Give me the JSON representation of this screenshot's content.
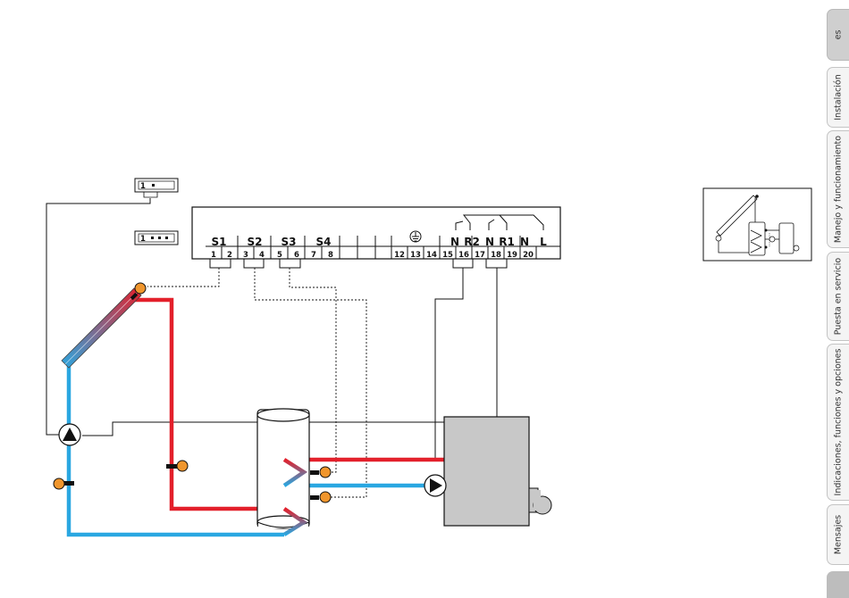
{
  "terminal_block": {
    "sensor_labels": [
      "S1",
      "S2",
      "S3",
      "S4"
    ],
    "relay_labels": [
      "N",
      "R2",
      "N",
      "R1",
      "N",
      "L"
    ],
    "terminal_numbers": [
      "1",
      "2",
      "3",
      "4",
      "5",
      "6",
      "7",
      "8",
      "12",
      "13",
      "14",
      "15",
      "16",
      "17",
      "18",
      "19",
      "20"
    ]
  },
  "connector_keys": [
    "1",
    "1"
  ],
  "colors": {
    "hot": "#e3202b",
    "cold": "#2aa7e1",
    "sensor": "#f0962d",
    "boiler": "#c8c8c8",
    "tab_active": "#cfcfcf"
  },
  "tabs": [
    {
      "label": "es",
      "active": true
    },
    {
      "label": "Instalación",
      "active": false
    },
    {
      "label": "Manejo y funcionamiento",
      "active": false
    },
    {
      "label": "Puesta en servicio",
      "active": false
    },
    {
      "label": "Indicaciones, funciones y opciones",
      "active": false
    },
    {
      "label": "Mensajes",
      "active": false
    }
  ]
}
